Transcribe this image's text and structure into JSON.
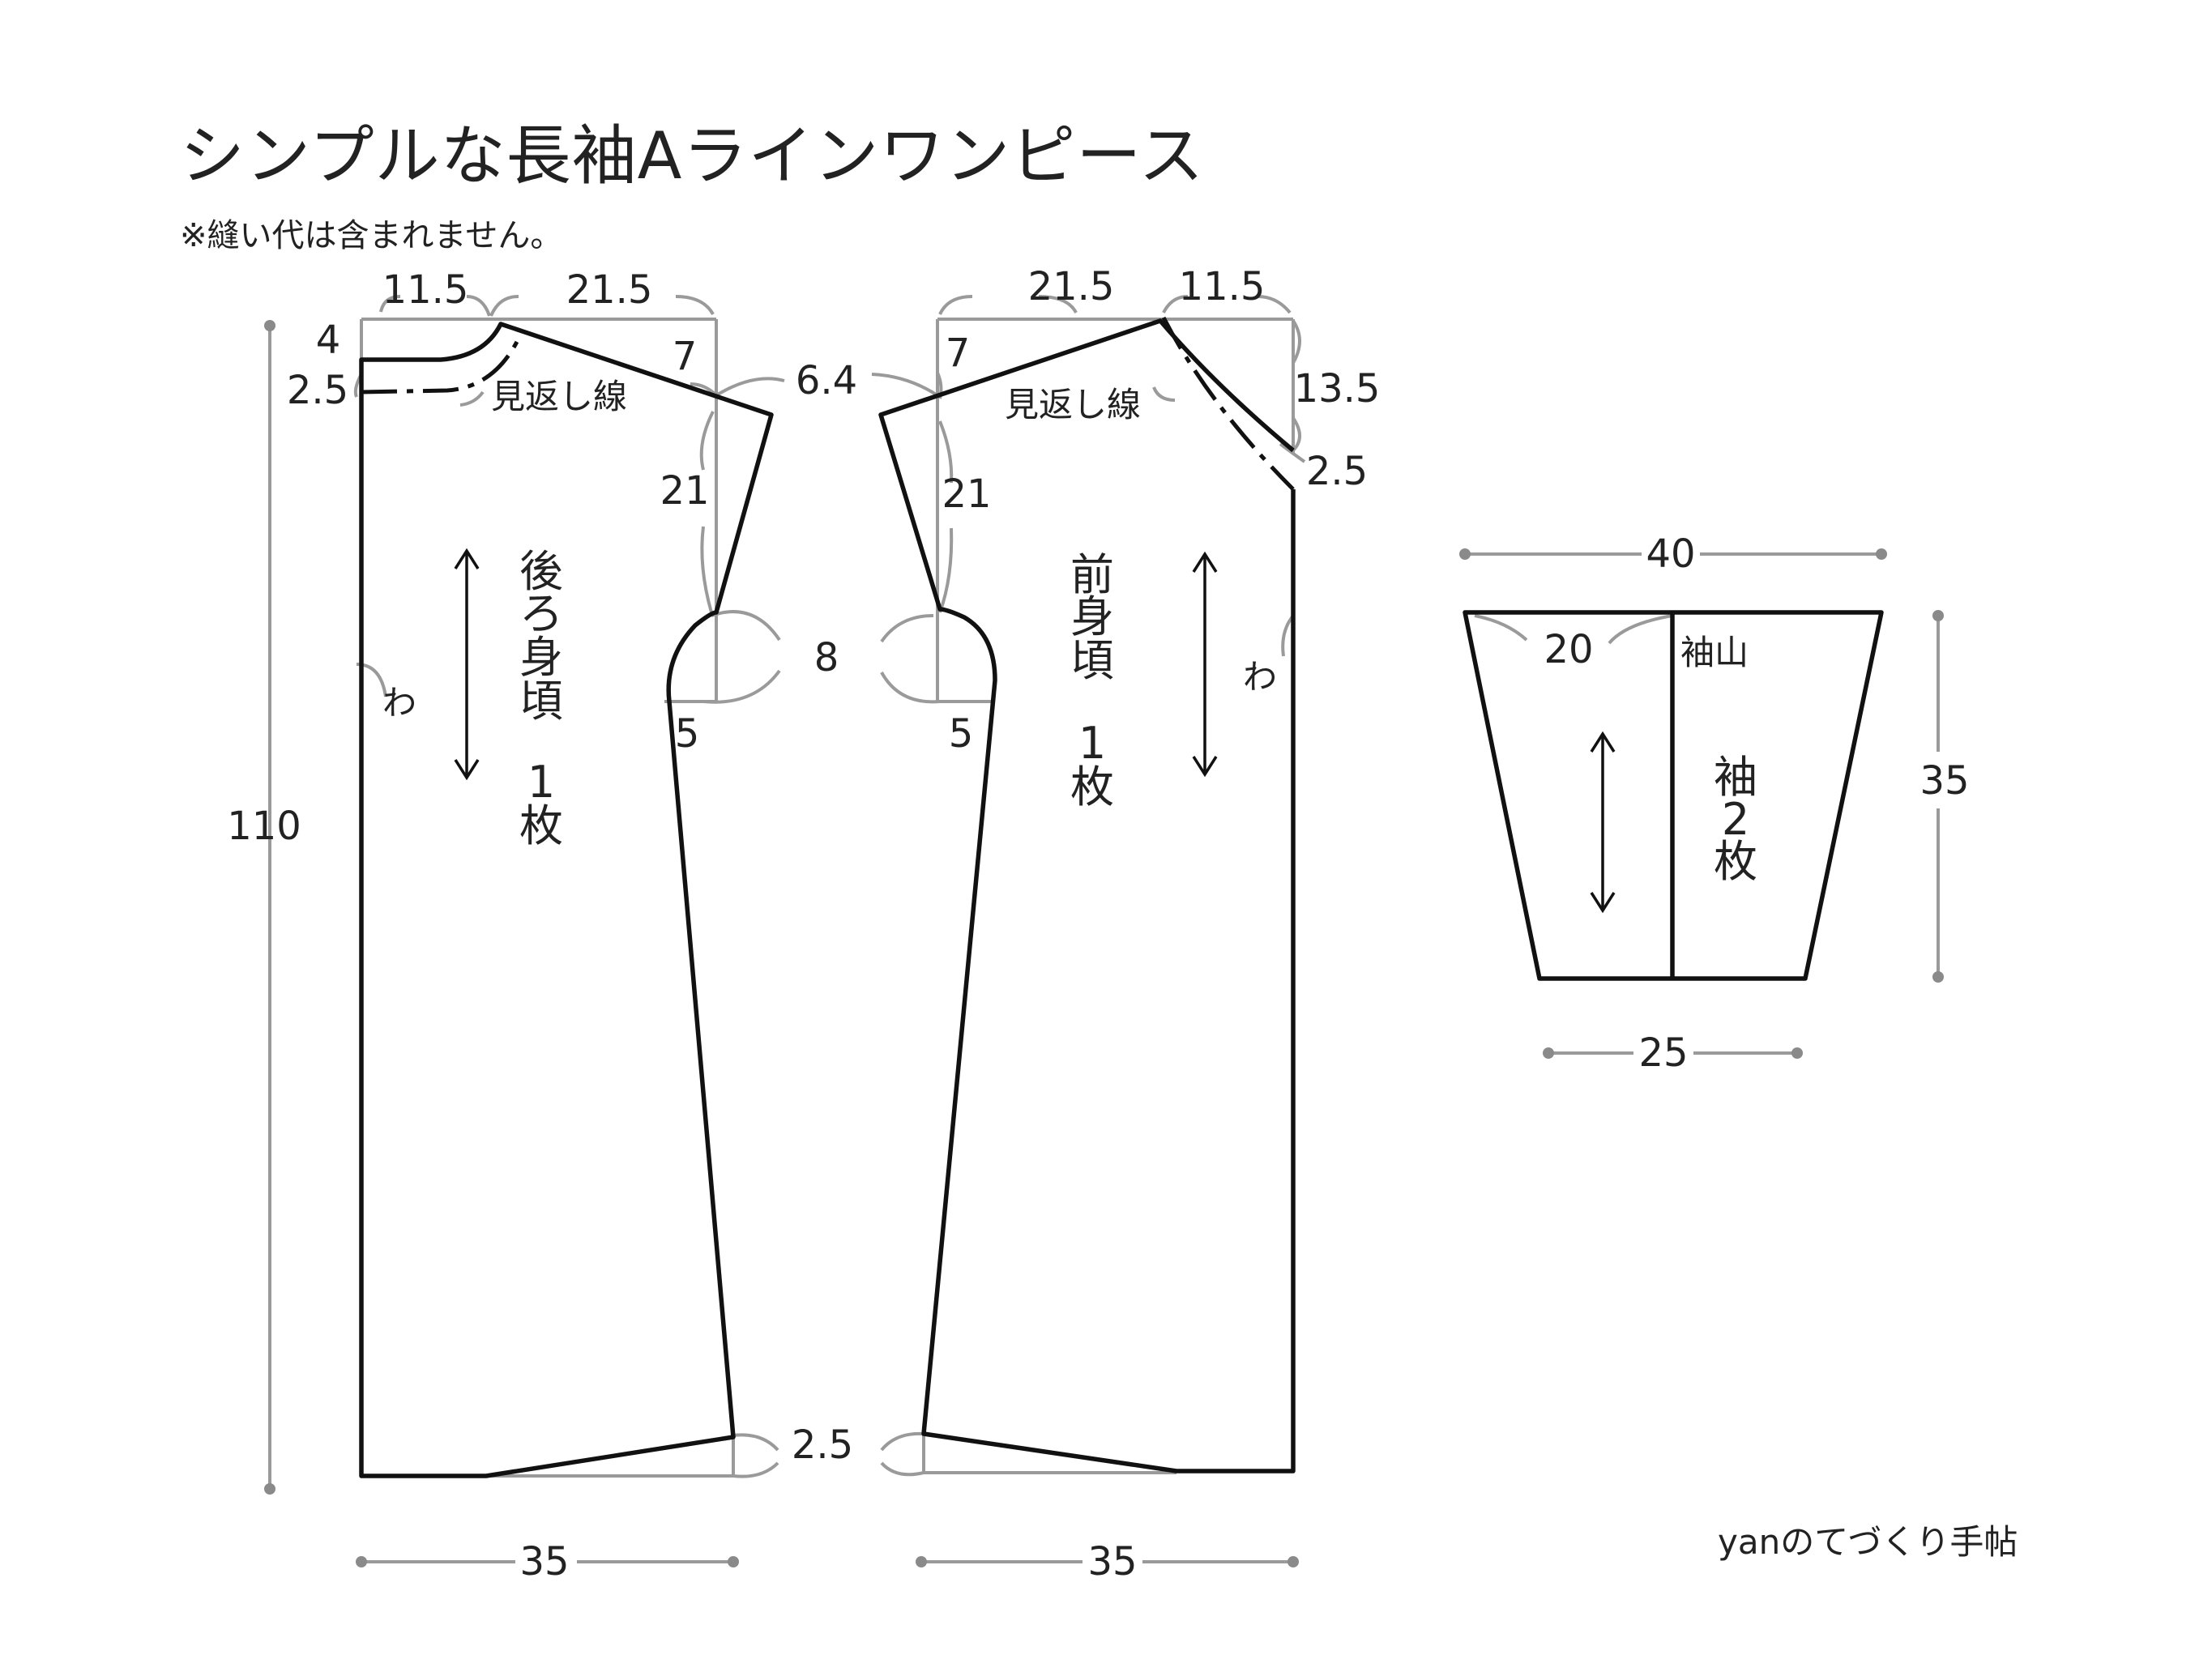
{
  "title": "シンプルな長袖Aラインワンピース",
  "note": "※縫い代は含まれません。",
  "credit": "yanのてづくり手帖",
  "back_bodice": {
    "name": [
      "後",
      "ろ",
      "身",
      "頃"
    ],
    "count": [
      "1",
      "枚"
    ],
    "fold_label": "わ",
    "facing_label": "見返し線",
    "dims": {
      "neck_width": "11.5",
      "shoulder_width": "21.5",
      "neck_depth": "4",
      "facing_depth": "2.5",
      "shoulder_drop": "7",
      "shoulder_ext": "6.4",
      "armhole_depth": "21",
      "armhole_curve": "8",
      "armhole_width": "5",
      "hem_rise": "2.5",
      "length": "110",
      "hem_width": "35"
    }
  },
  "front_bodice": {
    "name": [
      "前",
      "身",
      "頃"
    ],
    "count": [
      "1",
      "枚"
    ],
    "fold_label": "わ",
    "facing_label": "見返し線",
    "dims": {
      "shoulder_width": "21.5",
      "neck_width": "11.5",
      "shoulder_drop": "7",
      "neck_depth": "13.5",
      "facing_depth": "2.5",
      "armhole_depth": "21",
      "armhole_width": "5",
      "hem_width": "35"
    }
  },
  "sleeve": {
    "name": [
      "袖",
      "2",
      "枚"
    ],
    "cap_label": "袖山",
    "dims": {
      "top_width": "40",
      "half_top": "20",
      "length": "35",
      "cuff_width": "25"
    }
  }
}
